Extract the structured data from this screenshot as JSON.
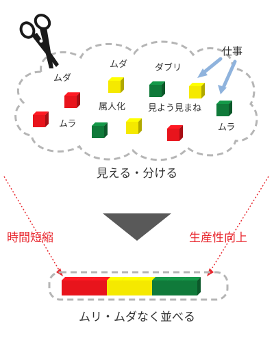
{
  "labels": {
    "muda_left": "ムダ",
    "muda_top": "ムダ",
    "dupuri": "ダブリ",
    "shigoto": "仕事",
    "zokujinka": "属人化",
    "miyoumimane": "見よう見まね",
    "mura_left": "ムラ",
    "mura_right": "ムラ",
    "mieru_wakeru": "見える・分ける",
    "jikan_tanshuku": "時間短縮",
    "seisansei_kojo": "生産性向上",
    "muri_muda": "ムリ・ムダなく並べる"
  },
  "colors": {
    "red": "#e8141c",
    "yellow": "#f5e900",
    "green": "#107a3a",
    "accent_red": "#e8262d",
    "arrow_blue": "#8fb3dd",
    "dash_gray": "#b5b5b5",
    "triangle": "#595959"
  },
  "icons": [
    "scissors-icon",
    "down-triangle-icon"
  ],
  "lined_up_cubes": [
    "red",
    "red",
    "red",
    "yellow",
    "yellow",
    "yellow",
    "green",
    "green",
    "green"
  ]
}
